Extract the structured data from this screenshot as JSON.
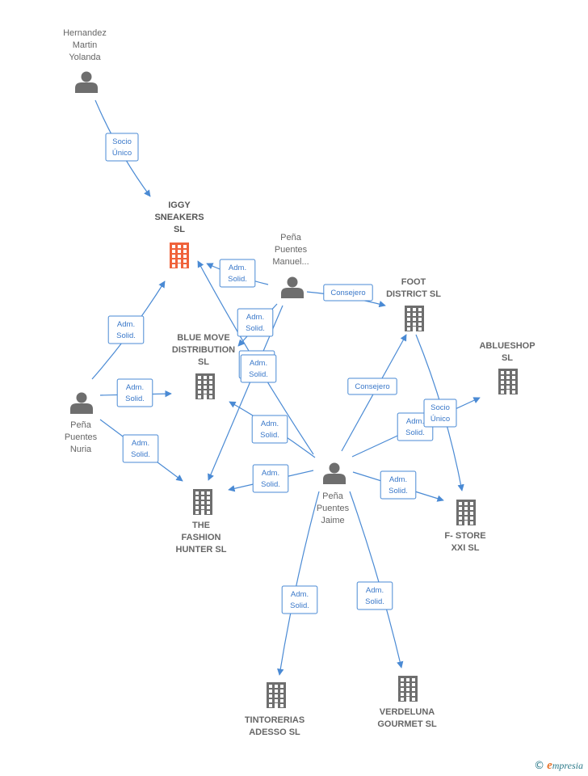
{
  "colors": {
    "edge": "#4a8ad4",
    "edge_text": "#3a78c9",
    "company": "#6e6e6e",
    "company_focus": "#f0623a",
    "person": "#6e6e6e"
  },
  "nodes": [
    {
      "id": "hernandez",
      "type": "person",
      "icon": "person-icon",
      "label": [
        "Hernandez",
        "Martin",
        "Yolanda"
      ]
    },
    {
      "id": "iggy",
      "type": "company",
      "focus": true,
      "icon": "building-icon",
      "label": [
        "IGGY",
        "SNEAKERS",
        "SL"
      ]
    },
    {
      "id": "manuel",
      "type": "person",
      "icon": "person-icon",
      "label": [
        "Peña",
        "Puentes",
        "Manuel..."
      ]
    },
    {
      "id": "foot",
      "type": "company",
      "icon": "building-icon",
      "label": [
        "FOOT",
        "DISTRICT SL"
      ]
    },
    {
      "id": "ablueshop",
      "type": "company",
      "icon": "building-icon",
      "label": [
        "ABLUESHOP",
        "SL"
      ]
    },
    {
      "id": "bluemove",
      "type": "company",
      "icon": "building-icon",
      "label": [
        "BLUE MOVE",
        "DISTRIBUTION",
        "SL"
      ]
    },
    {
      "id": "nuria",
      "type": "person",
      "icon": "person-icon",
      "label": [
        "Peña",
        "Puentes",
        "Nuria"
      ]
    },
    {
      "id": "jaime",
      "type": "person",
      "icon": "person-icon",
      "label": [
        "Peña",
        "Puentes",
        "Jaime"
      ]
    },
    {
      "id": "fashion",
      "type": "company",
      "icon": "building-icon",
      "label": [
        "THE",
        "FASHION",
        "HUNTER SL"
      ]
    },
    {
      "id": "fstore",
      "type": "company",
      "icon": "building-icon",
      "label": [
        "F- STORE",
        "XXI  SL"
      ]
    },
    {
      "id": "tintorerias",
      "type": "company",
      "icon": "building-icon",
      "label": [
        "TINTORERIAS",
        "ADESSO SL"
      ]
    },
    {
      "id": "verdeluna",
      "type": "company",
      "icon": "building-icon",
      "label": [
        "VERDELUNA",
        "GOURMET SL"
      ]
    }
  ],
  "edges": [
    {
      "id": "e1",
      "from": "hernandez",
      "to": "iggy",
      "label": [
        "Socio",
        "Único"
      ]
    },
    {
      "id": "e2",
      "from": "manuel",
      "to": "iggy",
      "label": [
        "Adm.",
        "Solid."
      ]
    },
    {
      "id": "e3",
      "from": "manuel",
      "to": "foot",
      "label": [
        "Consejero"
      ]
    },
    {
      "id": "e4",
      "from": "manuel",
      "to": "bluemove",
      "label": [
        "Adm.",
        "Solid."
      ]
    },
    {
      "id": "e5",
      "from": "manuel",
      "to": "fashion",
      "label": [
        "Adm.",
        "Solid."
      ]
    },
    {
      "id": "e6",
      "from": "nuria",
      "to": "iggy",
      "label": [
        "Adm.",
        "Solid."
      ]
    },
    {
      "id": "e7",
      "from": "nuria",
      "to": "bluemove",
      "label": [
        "Adm.",
        "Solid."
      ]
    },
    {
      "id": "e8",
      "from": "nuria",
      "to": "fashion",
      "label": [
        "Adm.",
        "Solid."
      ]
    },
    {
      "id": "e9",
      "from": "jaime",
      "to": "iggy",
      "label": [
        "Adm.",
        "Solid."
      ]
    },
    {
      "id": "e10",
      "from": "jaime",
      "to": "bluemove",
      "label": [
        "Adm.",
        "Solid."
      ]
    },
    {
      "id": "e11",
      "from": "jaime",
      "to": "fashion",
      "label": [
        "Adm.",
        "Solid."
      ]
    },
    {
      "id": "e12",
      "from": "jaime",
      "to": "foot",
      "label": [
        "Consejero"
      ]
    },
    {
      "id": "e13",
      "from": "jaime",
      "to": "ablueshop",
      "label": [
        "Adm.",
        "Solid."
      ]
    },
    {
      "id": "e14",
      "from": "jaime",
      "to": "fstore",
      "label": [
        "Adm.",
        "Solid."
      ]
    },
    {
      "id": "e15",
      "from": "jaime",
      "to": "tintorerias",
      "label": [
        "Adm.",
        "Solid."
      ]
    },
    {
      "id": "e16",
      "from": "jaime",
      "to": "verdeluna",
      "label": [
        "Adm.",
        "Solid."
      ]
    },
    {
      "id": "e17",
      "from": "foot",
      "to": "fstore",
      "label": [
        "Socio",
        "Único"
      ]
    }
  ],
  "brand": {
    "copyright": "©",
    "first": "e",
    "rest": "mpresia"
  }
}
